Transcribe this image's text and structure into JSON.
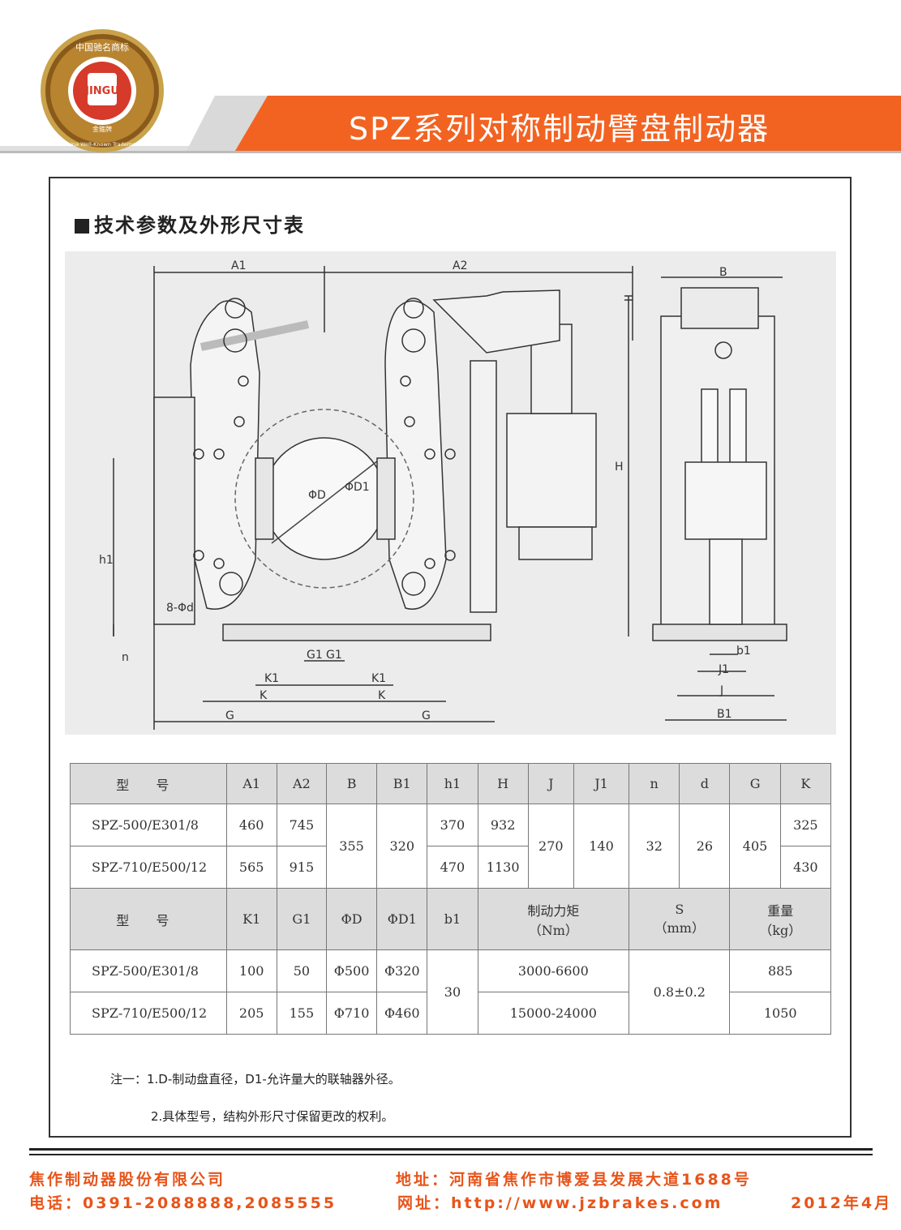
{
  "header": {
    "title": "SPZ系列对称制动臂盘制动器",
    "logo_text_top": "中国驰名商标",
    "logo_text_bottom": "China Well-Known Trademark",
    "logo_brand": "金箍牌",
    "logo_mark": "JINGU",
    "accent_color": "#f26322"
  },
  "section": {
    "title": "技术参数及外形尺寸表"
  },
  "drawing": {
    "labels": {
      "A1": "A1",
      "A2": "A2",
      "B": "B",
      "H": "H",
      "h1": "h1",
      "phiD": "ΦD",
      "phiD1": "ΦD1",
      "d8": "8-Φd",
      "n": "n",
      "G1a": "G1",
      "G1b": "G1",
      "K1a": "K1",
      "K1b": "K1",
      "Ka": "K",
      "Kb": "K",
      "Ga": "G",
      "Gb": "G",
      "b1": "b1",
      "J1": "J1",
      "J": "J",
      "B1": "B1"
    }
  },
  "table1": {
    "header": [
      "型 号",
      "A1",
      "A2",
      "B",
      "B1",
      "h1",
      "H",
      "J",
      "J1",
      "n",
      "d",
      "G",
      "K"
    ],
    "rows": [
      {
        "model": "SPZ-500/E301/8",
        "A1": "460",
        "A2": "745",
        "h1": "370",
        "H": "932",
        "K": "325"
      },
      {
        "model": "SPZ-710/E500/12",
        "A1": "565",
        "A2": "915",
        "h1": "470",
        "H": "1130",
        "K": "430"
      }
    ],
    "shared": {
      "B": "355",
      "B1": "320",
      "J": "270",
      "J1": "140",
      "n": "32",
      "d": "26",
      "G": "405"
    }
  },
  "table2": {
    "header": {
      "model": "型 号",
      "K1": "K1",
      "G1": "G1",
      "D": "ΦD",
      "D1": "ΦD1",
      "b1": "b1",
      "torque": "制动力矩",
      "torque_unit": "（Nm）",
      "S": "S",
      "S_unit": "（mm）",
      "weight": "重量",
      "weight_unit": "（kg）"
    },
    "rows": [
      {
        "model": "SPZ-500/E301/8",
        "K1": "100",
        "G1": "50",
        "D": "Φ500",
        "D1": "Φ320",
        "torque": "3000-6600",
        "weight": "885"
      },
      {
        "model": "SPZ-710/E500/12",
        "K1": "205",
        "G1": "155",
        "D": "Φ710",
        "D1": "Φ460",
        "torque": "15000-24000",
        "weight": "1050"
      }
    ],
    "shared": {
      "b1": "30",
      "S": "0.8±0.2"
    }
  },
  "notes": {
    "line1": "注一：1.D-制动盘直径，D1-允许量大的联轴器外径。",
    "line2": "2.具体型号，结构外形尺寸保留更改的权利。"
  },
  "footer": {
    "company": "焦作制动器股份有限公司",
    "address": "地址：河南省焦作市博爱县发展大道1688号",
    "phone": "电话：0391-2088888,2085555",
    "website": "网址：http://www.jzbrakes.com",
    "date": "2012年4月"
  }
}
